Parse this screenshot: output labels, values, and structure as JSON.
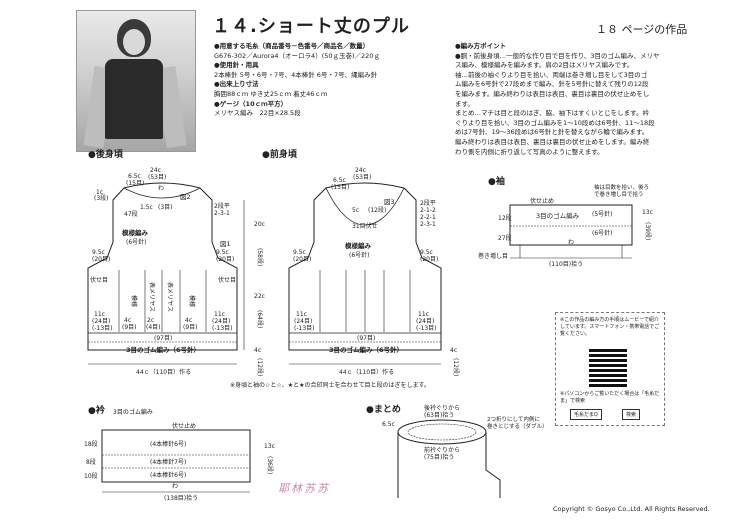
{
  "header": {
    "title": "１４.ショート丈のプル",
    "page_ref": "１８ ページの作品"
  },
  "materials": {
    "yarn_heading": "●用意する毛糸（商品番号－色番号／商品名／数量）",
    "yarn_line": "G676-302／Aurora4（オーロラ4）(50ｇ玉巻)／220ｇ",
    "tools_heading": "●使用針・用具",
    "tools_line": "2本棒針 5号・6号・7号、4本棒針 6号・7号、縄編み針",
    "size_heading": "●出来上り寸法",
    "size_line": "胸囲88ｃｍ ゆき丈25ｃｍ 着丈46ｃｍ",
    "gauge_heading": "●ゲージ（10ｃｍ平方）",
    "gauge_line": "メリヤス編み　22目×28.5段"
  },
  "method": {
    "heading": "●編み方ポイント",
    "lines": [
      "●胴・前後身頃…一般的な作り目で目を作り、3目のゴム編み、メリヤ",
      "ス編み、模様編みを編みます。肩の2目はメリヤス編みです。",
      "袖…前後の袖ぐりより目を拾い、両端は巻き増し目をして3目のゴ",
      "ム編みを6号針で27段めまで編み、針を5号針に替えて残りの12段",
      "を編みます。編み終わりは表目は表目、裏目は裏目の伏せ止めをし",
      "ます。",
      "まとめ…マチは目と段のはぎ、脇、袖下はすくいとじをします。衿",
      "ぐりより目を拾い、3目のゴム編みを1～10段めは6号針、11～18段",
      "めは7号針、19～36段めは6号針と針を替えながら輪で編みます。",
      "編み終わりは表目は表目、裏目は裏目の伏せ止めをします。編み終",
      "わり側を内側に折り返して写真のように整えます。"
    ]
  },
  "sections": {
    "back": "●後身頃",
    "front": "●前身頃",
    "sleeve": "●袖",
    "collar": "●衿",
    "finish": "●まとめ"
  },
  "back": {
    "top_width": "24c",
    "top_stitches": "(53目)",
    "shoulder_w": "6.5c",
    "shoulder_st": "(15目)",
    "shoulder_wa": "わ",
    "fig2": "図2",
    "fig1": "図1",
    "h_1c": "1c",
    "h_3": "(3段)",
    "ir": "1.5c",
    "ir_st": "(3目)",
    "rows_47": "47段",
    "pattern_label1": "模様編み",
    "pattern_label2": "(6号針)",
    "dec_1": "2段平",
    "dec_2": "2-3-1",
    "side_w": "9.5c",
    "side_st": "(20目)",
    "fuse": "伏せ目",
    "width_22c": "22c",
    "rows_64": "(64段)",
    "h_20c": "20c",
    "rows_58": "(58段)",
    "h_4c": "4c",
    "rows_12": "(12段)",
    "col_mat": "模様",
    "col_mer": "表メリヤス",
    "col_4c": "4c",
    "col_9": "(9目)",
    "col_2c": "2c",
    "col_4": "(4目)",
    "side_11c": "11c",
    "side_24": "(24目)",
    "side_13": "(-13目)",
    "bottom_97": "(97目)",
    "rib": "3目のゴム編み（6号針）",
    "bottom_width": "44ｃ（110目）作る"
  },
  "front": {
    "top_width": "24c",
    "top_stitches": "(53目)",
    "shoulder_w": "6.5c",
    "shoulder_st": "(15目)",
    "neck_w": "5c",
    "neck_st": "(12段)",
    "fig3": "図3",
    "rows_31": "31目伏せ",
    "pattern_label1": "模様編み",
    "pattern_label2": "(6号針)",
    "dec_1": "2段平",
    "dec_2": "2-1-2",
    "dec_3": "2-2-1",
    "dec_4": "2-3-1",
    "side_w": "9.5c",
    "side_st": "(20目)",
    "h_4c": "4c",
    "rows_12": "(12段)",
    "side_11c": "11c",
    "side_24": "(24目)",
    "side_13": "(-13目)",
    "bottom_97": "(97目)",
    "rib": "3目のゴム編み（6号針）",
    "bottom_width": "44ｃ（110目）作る"
  },
  "sleeve": {
    "note_top": "袖は目数を拾い、後ろ",
    "note_top2": "で巻き増し目で拾う",
    "cast": "伏せ止め",
    "rib_label": "3目のゴム編み",
    "n5": "(5号針)",
    "n6": "(6号針)",
    "h_13c": "13c",
    "rows_39": "(39段)",
    "rows_12": "12段",
    "rows_27": "27段",
    "wa": "わ",
    "pick": "(110目)拾う",
    "maki": "巻き増し目"
  },
  "collar": {
    "rib_title": "3目のゴム編み",
    "cast": "伏せ止め",
    "n6a": "(4本棒針6号)",
    "n7": "(4本棒針7号)",
    "n6b": "(4本棒針6号)",
    "h_13c": "13c",
    "rows_36": "(36段)",
    "r18": "18段",
    "r8": "8段",
    "r10": "10段",
    "pick": "(138目)拾う",
    "wa": "わ"
  },
  "finish": {
    "back_neck": "後衿ぐりから",
    "back_neck2": "(63目)拾う",
    "fold": "2つ折りにして内側に",
    "fold2": "巻きとじする（ダブル）",
    "w_65": "6.5c",
    "front_neck": "前衿ぐりから",
    "front_neck2": "(75目)拾う"
  },
  "note_bottom": "※身頃と袖の☆と☆、★と★の合印同士を合わせて目と段のはぎをします。",
  "qr": {
    "text1": "※この作品の編み方の手順はムービーで紹介しています。スマートフォン・携帯電話でご覧ください。",
    "caption": "※パソコンからご覧いただく場合は「毛糸だま」で検索",
    "btn1": "毛糸だまQ",
    "btn2": "検索"
  },
  "copyright": "Copyright © Gosyo Co.,Ltd. All Rights Reserved.",
  "watermark": "耶林苏苏"
}
